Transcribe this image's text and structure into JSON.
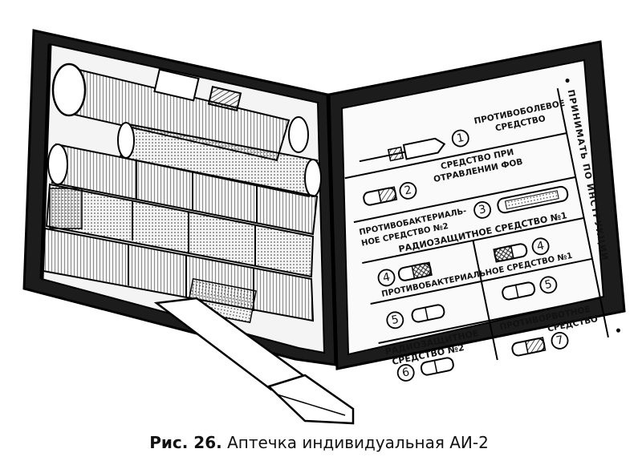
{
  "figure": {
    "caption_prefix": "Рис. 26.",
    "caption_text": "Аптечка индивидуальная АИ-2"
  },
  "lid": {
    "side_text": "ПРИНИМАТЬ ПО ИНСТРУКЦИИ",
    "cells": [
      {
        "id": "1",
        "label_lines": [
          "ПРОТИВОБОЛЕВОЕ",
          "СРЕДСТВО"
        ]
      },
      {
        "id": "2",
        "label_lines": [
          "СРЕДСТВО ПРИ",
          "ОТРАВЛЕНИИ ФОВ"
        ]
      },
      {
        "id": "3",
        "label_lines": [
          "ПРОТИВОБАКТЕРИАЛЬ-",
          "НОЕ СРЕДСТВО №2"
        ]
      },
      {
        "id": "4",
        "label_lines": [
          "РАДИОЗАЩИТНОЕ СРЕДСТВО №1"
        ]
      },
      {
        "id": "5",
        "label_lines": [
          "ПРОТИВОБАКТЕРИАЛЬНОЕ СРЕДСТВО №1"
        ]
      },
      {
        "id": "6",
        "label_lines": [
          "РАДИОЗАЩИТНОЕ",
          "СРЕДСТВО №2"
        ]
      },
      {
        "id": "7",
        "label_lines": [
          "ПРОТИВОРВОТНОЕ",
          "СРЕДСТВО"
        ]
      }
    ]
  }
}
